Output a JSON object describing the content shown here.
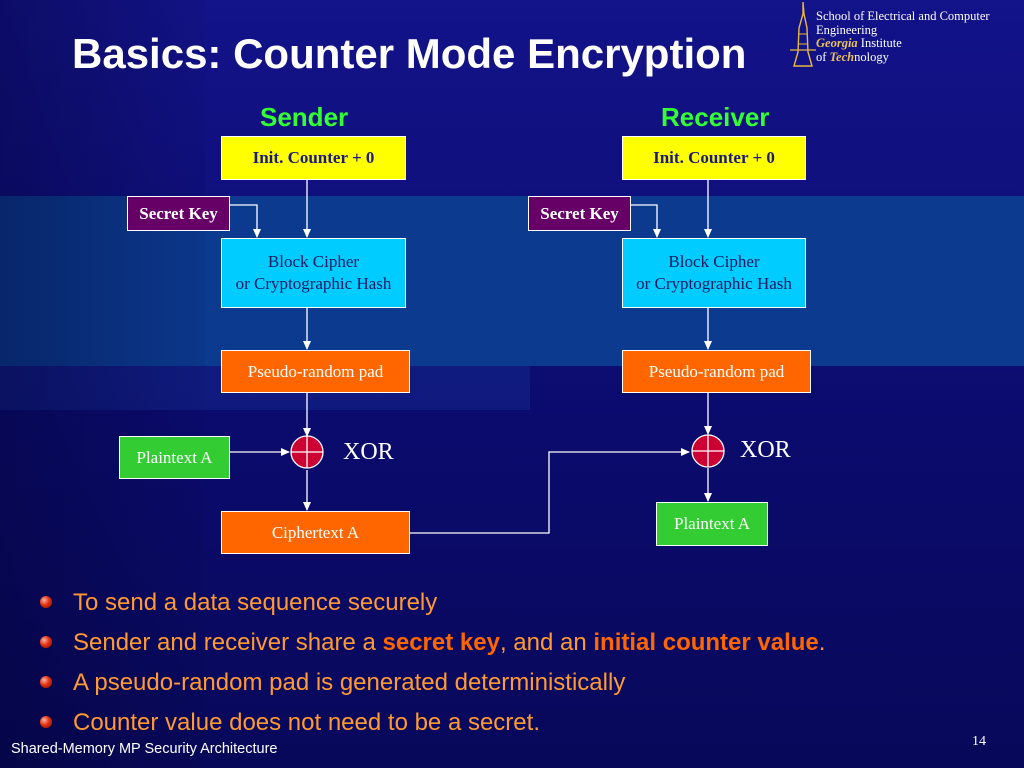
{
  "slide": {
    "title": "Basics: Counter Mode Encryption",
    "logo": {
      "line1": "School of Electrical and Computer",
      "line2": "Engineering",
      "line3_bold": "Georgia",
      "line3_rest": " Institute",
      "line4_pre": "of ",
      "line4_bold": "Tech",
      "line4_rest": "nology",
      "icon": "tech-tower-icon"
    },
    "footer": "Shared-Memory MP Security Architecture",
    "page_number": "14"
  },
  "diagram": {
    "sender": {
      "heading": "Sender",
      "counter": "Init. Counter + 0",
      "key": "Secret Key",
      "cipher_line1": "Block Cipher",
      "cipher_line2": "or Cryptographic Hash",
      "pad": "Pseudo-random pad",
      "plaintext": "Plaintext A",
      "xor": "XOR",
      "output": "Ciphertext A"
    },
    "receiver": {
      "heading": "Receiver",
      "counter": "Init. Counter + 0",
      "key": "Secret Key",
      "cipher_line1": "Block Cipher",
      "cipher_line2": "or Cryptographic Hash",
      "pad": "Pseudo-random pad",
      "xor": "XOR",
      "output": "Plaintext A"
    },
    "colors": {
      "counter": "#ffff00",
      "key": "#660066",
      "cipher": "#00ccff",
      "pad": "#ff6600",
      "plaintext": "#33cc33",
      "heading": "#33ff33",
      "bullet_text": "#ff9933",
      "highlight": "#ff6600"
    }
  },
  "bullets": [
    {
      "text": "To send a data sequence securely"
    },
    {
      "pre": "Sender and receiver share a ",
      "bold1": "secret key",
      "mid": ", and an ",
      "bold2": "initial counter value",
      "post": "."
    },
    {
      "text": "A pseudo-random pad is generated deterministically"
    },
    {
      "text": "Counter value does not need to be a secret."
    }
  ]
}
